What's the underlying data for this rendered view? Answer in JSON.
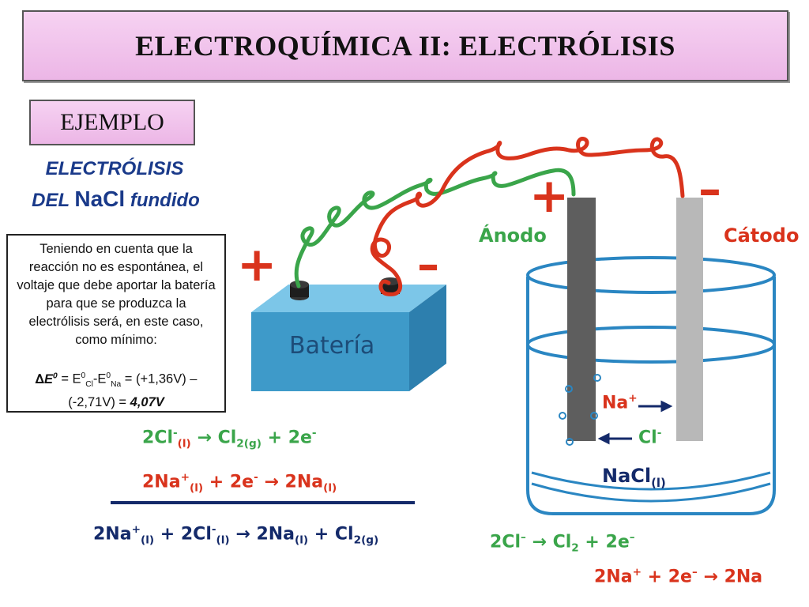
{
  "header": {
    "title": "ELECTROQUÍMICA II:  ELECTRÓLISIS"
  },
  "example": {
    "label": "EJEMPLO"
  },
  "subtitle": {
    "line1": "ELECTRÓLISIS",
    "line2_prefix": "DEL ",
    "line2_formula": "NaCl",
    "line2_suffix": " fundido"
  },
  "note": {
    "text": "Teniendo en cuenta que la reacción no es espontánea, el voltaje que debe aportar la batería para que se produzca la electrólisis será, en este caso, como mínimo:",
    "delta": "∆",
    "e_sym": "E",
    "zero": "0",
    "eq_sign": " = E",
    "cl": "Cl",
    "minus_e": "-E",
    "na": "Na",
    "values": " = (+1,36V) – (-2,71V) = ",
    "result": "4,07V"
  },
  "diagram": {
    "battery_label": "Batería",
    "battery_plus": "+",
    "battery_minus": "–",
    "anode_sign": "+",
    "cathode_sign": "–",
    "anode_label": "Ánodo",
    "cathode_label": "Cátodo",
    "ion_na": "Na",
    "ion_cl": "Cl",
    "melt_label": "NaCl",
    "melt_state": "(l)"
  },
  "equations": {
    "eq1": {
      "left": "2Cl",
      "state_left": "(l)",
      "arrow": "→",
      "right": "Cl",
      "right_sub": "2(g)",
      "rest": " +  2e"
    },
    "eq2": {
      "left": "2Na",
      "state_left": "(l)",
      "mid": " +  2e",
      "arrow": "→",
      "right": "2Na",
      "right_sub": "(l)"
    },
    "eq3": {
      "a": "2Na",
      "a_state": "(l)",
      "plus": " +  2Cl",
      "b_state": "(l)",
      "arrow": "→",
      "c": "2Na",
      "c_state": "(l)",
      "d": " + Cl",
      "d_sub": "2(g)"
    },
    "eq4": {
      "a": "2Cl",
      "arrow": "→",
      "b": "Cl",
      "b_sub": "2",
      "c": " +  2e"
    },
    "eq5": {
      "a": "2Na",
      "plus": " +  2e",
      "arrow": "→",
      "b": "2Na"
    }
  },
  "colors": {
    "green": "#3aa54a",
    "red": "#d9331c",
    "navy": "#142a6a",
    "title_bg": "#ecb6e6",
    "battery": "#3e9ac9",
    "water": "#2a86c2"
  }
}
